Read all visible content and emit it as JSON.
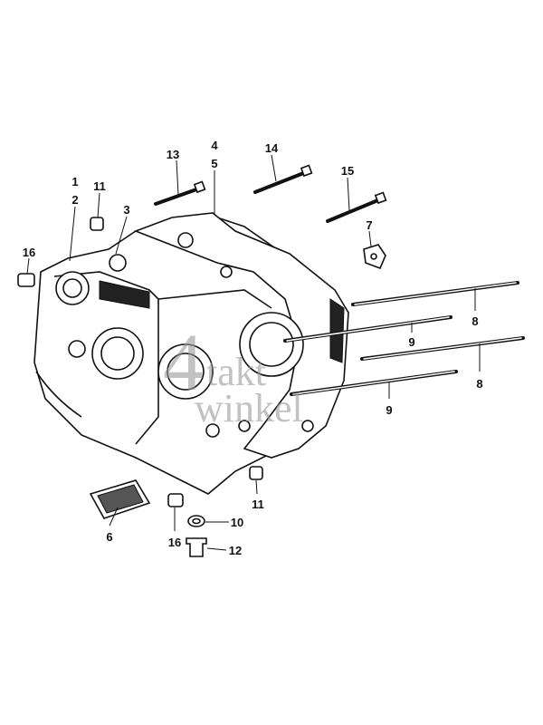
{
  "diagram": {
    "callouts": [
      {
        "id": "label-1",
        "text": "1"
      },
      {
        "id": "label-2",
        "text": "2"
      },
      {
        "id": "label-11a",
        "text": "11"
      },
      {
        "id": "label-3",
        "text": "3"
      },
      {
        "id": "label-16a",
        "text": "16"
      },
      {
        "id": "label-13",
        "text": "13"
      },
      {
        "id": "label-4",
        "text": "4"
      },
      {
        "id": "label-5",
        "text": "5"
      },
      {
        "id": "label-14",
        "text": "14"
      },
      {
        "id": "label-15",
        "text": "15"
      },
      {
        "id": "label-7",
        "text": "7"
      },
      {
        "id": "label-8a",
        "text": "8"
      },
      {
        "id": "label-9a",
        "text": "9"
      },
      {
        "id": "label-8b",
        "text": "8"
      },
      {
        "id": "label-9b",
        "text": "9"
      },
      {
        "id": "label-11b",
        "text": "11"
      },
      {
        "id": "label-10",
        "text": "10"
      },
      {
        "id": "label-6",
        "text": "6"
      },
      {
        "id": "label-16b",
        "text": "16"
      },
      {
        "id": "label-12",
        "text": "12"
      }
    ],
    "watermark": "4takt winkel"
  }
}
